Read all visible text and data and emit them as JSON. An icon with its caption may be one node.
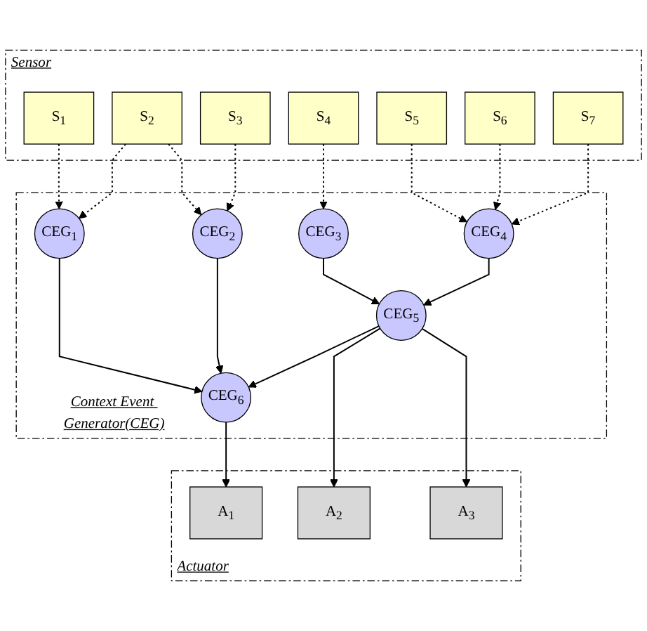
{
  "diagram": {
    "nodes": [
      {
        "text": [
          "Sensor"
        ]
      },
      {
        "text": [
          "S$_{1}$"
        ],
        "in": 0
      },
      {
        "text": [
          "S$_{2}$"
        ],
        "in": 0
      },
      {
        "text": [
          "S$_{3}$"
        ],
        "in": 0
      },
      {
        "text": [
          "S$_{4}$"
        ],
        "in": 0
      },
      {
        "text": [
          "S$_{5}$"
        ],
        "in": 0
      },
      {
        "text": [
          "S$_{6}$"
        ],
        "in": 0
      },
      {
        "text": [
          "S$_{7}$"
        ],
        "in": 0
      },
      {
        "text": [
          "Context Event Generator(CEG)"
        ]
      },
      {
        "text": [
          "CEG$_{1}$"
        ],
        "in": 8
      },
      {
        "text": [
          "CEG$_{2}$"
        ],
        "in": 8
      },
      {
        "text": [
          "CEG$_{3}$"
        ],
        "in": 8
      },
      {
        "text": [
          "CEG$_{4}$"
        ],
        "in": 8
      },
      {
        "text": [
          "CEG$_{5}$"
        ],
        "in": 8
      },
      {
        "text": [
          "CEG$_{6}$"
        ],
        "in": 8
      },
      {
        "text": [
          "Actuator"
        ]
      },
      {
        "text": [
          "A$_{1}$"
        ],
        "in": 15
      },
      {
        "text": [
          "A$_{2}$"
        ],
        "in": 15
      },
      {
        "text": [
          "A$_{3}$"
        ],
        "in": 15
      }
    ],
    "edges": [
      {
        "from": 1,
        "to": 9,
        "arrow": "to",
        "style": "dashed"
      },
      {
        "from": 2,
        "to": 9,
        "arrow": "to",
        "style": "dashed"
      },
      {
        "from": 2,
        "to": 10,
        "arrow": "to",
        "style": "dashed"
      },
      {
        "from": 3,
        "to": 10,
        "arrow": "to",
        "style": "dashed"
      },
      {
        "from": 4,
        "to": 11,
        "arrow": "to",
        "style": "dashed"
      },
      {
        "from": 5,
        "to": 12,
        "arrow": "to",
        "style": "dashed"
      },
      {
        "from": 6,
        "to": 12,
        "arrow": "to",
        "style": "dashed"
      },
      {
        "from": 7,
        "to": 12,
        "arrow": "to",
        "style": "dashed"
      },
      {
        "from": 9,
        "to": 14,
        "arrow": "to"
      },
      {
        "from": 10,
        "to": 14,
        "arrow": "to"
      },
      {
        "from": 11,
        "to": 13,
        "arrow": "to"
      },
      {
        "from": 12,
        "to": 13,
        "arrow": "to"
      },
      {
        "from": 13,
        "to": 14,
        "arrow": "to"
      },
      {
        "from": 14,
        "to": 16,
        "arrow": "to"
      },
      {
        "from": 13,
        "to": 17,
        "arrow": "to"
      },
      {
        "from": 13,
        "to": 18,
        "arrow": "to"
      }
    ]
  }
}
